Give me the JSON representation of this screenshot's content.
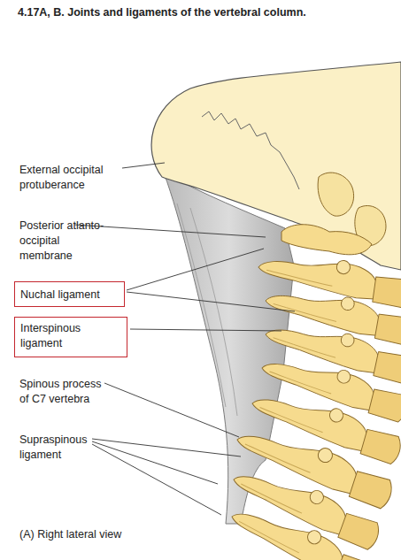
{
  "diagram": {
    "title": "4.17A, B. Joints and ligaments of the vertebral column.",
    "caption": "(A) Right lateral view",
    "nodes": [
      {
        "text": [
          "Nuchal ligament"
        ]
      },
      {
        "text": [
          "Interspinous ligament"
        ]
      }
    ],
    "labels": [
      "External occipital protuberance",
      "Posterior atlanto-occipital membrane",
      "Spinous process of C7 vertebra",
      "Supraspinous ligament"
    ]
  }
}
